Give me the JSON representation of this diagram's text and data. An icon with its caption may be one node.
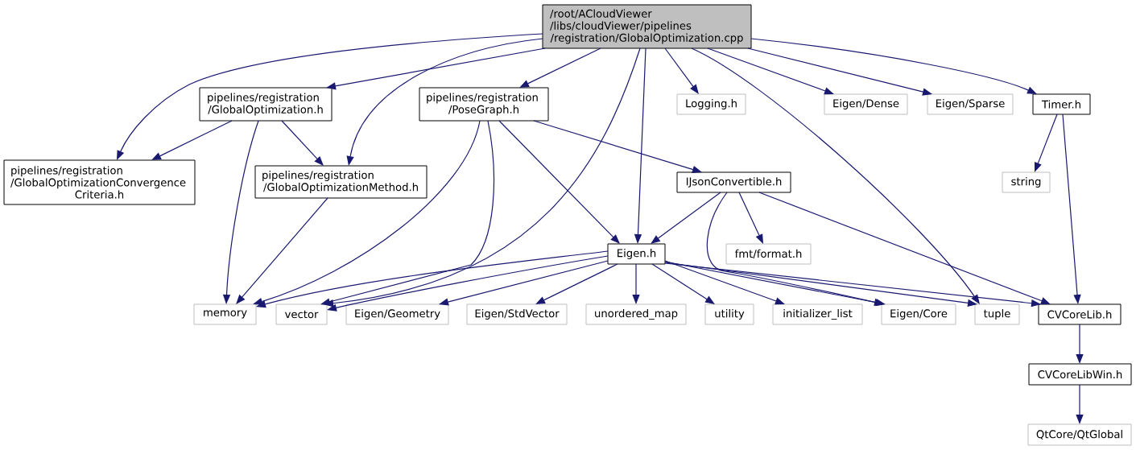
{
  "diagram": {
    "nodes": [
      {
        "text": [
          "/root/ACloudViewer /libs/cloudViewer/pipelines /registration/GlobalOptimization.cpp"
        ]
      },
      {
        "text": [
          "pipelines/registration /GlobalOptimization.h"
        ]
      },
      {
        "text": [
          "pipelines/registration /PoseGraph.h"
        ]
      },
      {
        "text": [
          "Logging.h"
        ]
      },
      {
        "text": [
          "Eigen/Dense"
        ]
      },
      {
        "text": [
          "Eigen/Sparse"
        ]
      },
      {
        "text": [
          "Timer.h"
        ]
      },
      {
        "text": [
          "pipelines/registration /GlobalOptimizationConvergence Criteria.h"
        ]
      },
      {
        "text": [
          "pipelines/registration /GlobalOptimizationMethod.h"
        ]
      },
      {
        "text": [
          "IJsonConvertible.h"
        ]
      },
      {
        "text": [
          "string"
        ]
      },
      {
        "text": [
          "Eigen.h"
        ]
      },
      {
        "text": [
          "fmt/format.h"
        ]
      },
      {
        "text": [
          "memory"
        ]
      },
      {
        "text": [
          "vector"
        ]
      },
      {
        "text": [
          "Eigen/Geometry"
        ]
      },
      {
        "text": [
          "Eigen/StdVector"
        ]
      },
      {
        "text": [
          "unordered_map"
        ]
      },
      {
        "text": [
          "utility"
        ]
      },
      {
        "text": [
          "initializer_list"
        ]
      },
      {
        "text": [
          "Eigen/Core"
        ]
      },
      {
        "text": [
          "tuple"
        ]
      },
      {
        "text": [
          "CVCoreLib.h"
        ]
      },
      {
        "text": [
          "CVCoreLibWin.h"
        ]
      },
      {
        "text": [
          "QtCore/QtGlobal"
        ]
      }
    ],
    "edges": [
      {
        "from": 0,
        "to": 7,
        "arrow": "to"
      },
      {
        "from": 0,
        "to": 1,
        "arrow": "to"
      },
      {
        "from": 0,
        "to": 8,
        "arrow": "to"
      },
      {
        "from": 0,
        "to": 2,
        "arrow": "to"
      },
      {
        "from": 0,
        "to": 14,
        "arrow": "to"
      },
      {
        "from": 0,
        "to": 11,
        "arrow": "to"
      },
      {
        "from": 0,
        "to": 3,
        "arrow": "to"
      },
      {
        "from": 0,
        "to": 21,
        "arrow": "to"
      },
      {
        "from": 0,
        "to": 4,
        "arrow": "to"
      },
      {
        "from": 0,
        "to": 5,
        "arrow": "to"
      },
      {
        "from": 0,
        "to": 6,
        "arrow": "to"
      },
      {
        "from": 1,
        "to": 7,
        "arrow": "to"
      },
      {
        "from": 1,
        "to": 13,
        "arrow": "to"
      },
      {
        "from": 1,
        "to": 8,
        "arrow": "to"
      },
      {
        "from": 2,
        "to": 13,
        "arrow": "to"
      },
      {
        "from": 2,
        "to": 14,
        "arrow": "to"
      },
      {
        "from": 2,
        "to": 11,
        "arrow": "to"
      },
      {
        "from": 2,
        "to": 9,
        "arrow": "to"
      },
      {
        "from": 8,
        "to": 13,
        "arrow": "to"
      },
      {
        "from": 6,
        "to": 10,
        "arrow": "to"
      },
      {
        "from": 6,
        "to": 22,
        "arrow": "to"
      },
      {
        "from": 9,
        "to": 11,
        "arrow": "to"
      },
      {
        "from": 9,
        "to": 20,
        "arrow": "to"
      },
      {
        "from": 9,
        "to": 12,
        "arrow": "to"
      },
      {
        "from": 9,
        "to": 22,
        "arrow": "to"
      },
      {
        "from": 11,
        "to": 13,
        "arrow": "to"
      },
      {
        "from": 11,
        "to": 14,
        "arrow": "to"
      },
      {
        "from": 11,
        "to": 15,
        "arrow": "to"
      },
      {
        "from": 11,
        "to": 16,
        "arrow": "to"
      },
      {
        "from": 11,
        "to": 17,
        "arrow": "to"
      },
      {
        "from": 11,
        "to": 18,
        "arrow": "to"
      },
      {
        "from": 11,
        "to": 19,
        "arrow": "to"
      },
      {
        "from": 11,
        "to": 20,
        "arrow": "to"
      },
      {
        "from": 11,
        "to": 21,
        "arrow": "to"
      },
      {
        "from": 11,
        "to": 22,
        "arrow": "to"
      },
      {
        "from": 22,
        "to": 23,
        "arrow": "to"
      },
      {
        "from": 23,
        "to": 24,
        "arrow": "to"
      }
    ]
  }
}
